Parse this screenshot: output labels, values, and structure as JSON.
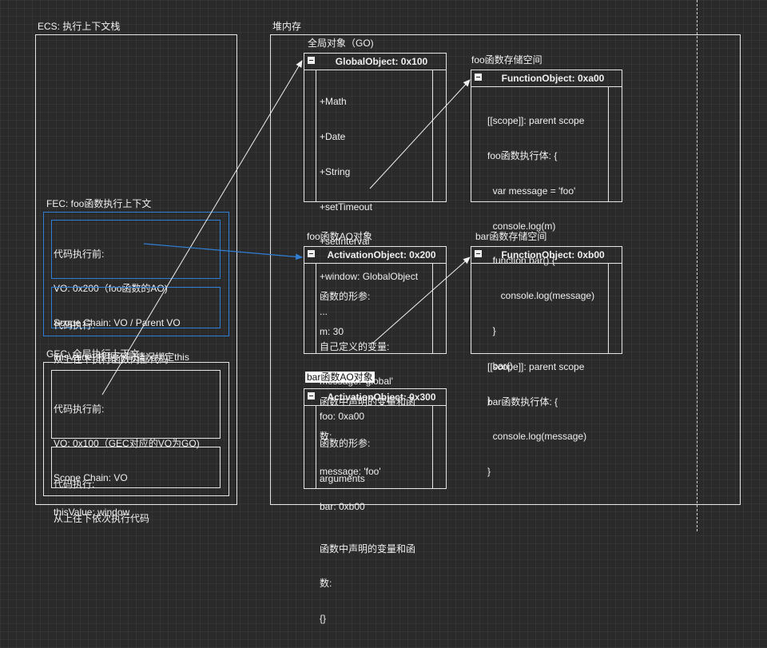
{
  "ecs_label": "ECS: 执行上下文栈",
  "heap_label": "堆内存",
  "fec": {
    "label": "FEC: foo函数执行上下文",
    "before_lines": [
      "代码执行前:",
      "VO: 0x200（foo函数的AO)",
      "Scope Chain: VO / Parent VO",
      "thisValue: 根据不同情况绑定this"
    ],
    "exec_lines": [
      "代码执行:",
      "从上往下执行函数内部代码"
    ]
  },
  "gec": {
    "label": "GEC: 全局执行上下文",
    "before_lines": [
      "代码执行前:",
      "VO: 0x100（GEC对应的VO为GO)",
      "Scope Chain: VO",
      "thisValue: window"
    ],
    "exec_lines": [
      "代码执行:",
      "从上往下依次执行代码"
    ]
  },
  "go": {
    "caption": "全局对象（GO)",
    "title": "GlobalObject: 0x100",
    "lines": [
      "+Math",
      "+Date",
      "+String",
      "+setTimeout",
      "+setInterval",
      "+window: GlobalObject",
      "...",
      "自己定义的变量:",
      "message: 'global'",
      "foo: 0xa00"
    ]
  },
  "foo_func": {
    "caption": "foo函数存储空间",
    "title": "FunctionObject: 0xa00",
    "lines": [
      "[[scope]]: parent scope",
      "foo函数执行体: {",
      "  var message = 'foo'",
      "  console.log(m)",
      "  function bar() {",
      "     console.log(message)",
      "  }",
      "  bar()",
      "}"
    ]
  },
  "foo_ao": {
    "caption": "foo函数AO对象",
    "title": "ActivationObject: 0x200",
    "lines": [
      "函数的形参:",
      "m: 30",
      "",
      "函数中声明的变量和函",
      "数:",
      "message: 'foo'",
      "bar: 0xb00"
    ]
  },
  "bar_func": {
    "caption": "bar函数存储空间",
    "title": "FunctionObject: 0xb00",
    "lines": [
      "",
      "",
      "[[scope]]: parent scope",
      "bar函数执行体: {",
      "  console.log(message)",
      "}"
    ]
  },
  "bar_ao": {
    "caption": "bar函数AO对象",
    "title": "ActivationObject: 0x300",
    "lines": [
      "函数的形参:",
      "arguments",
      "",
      "函数中声明的变量和函",
      "数:",
      "{}"
    ]
  }
}
